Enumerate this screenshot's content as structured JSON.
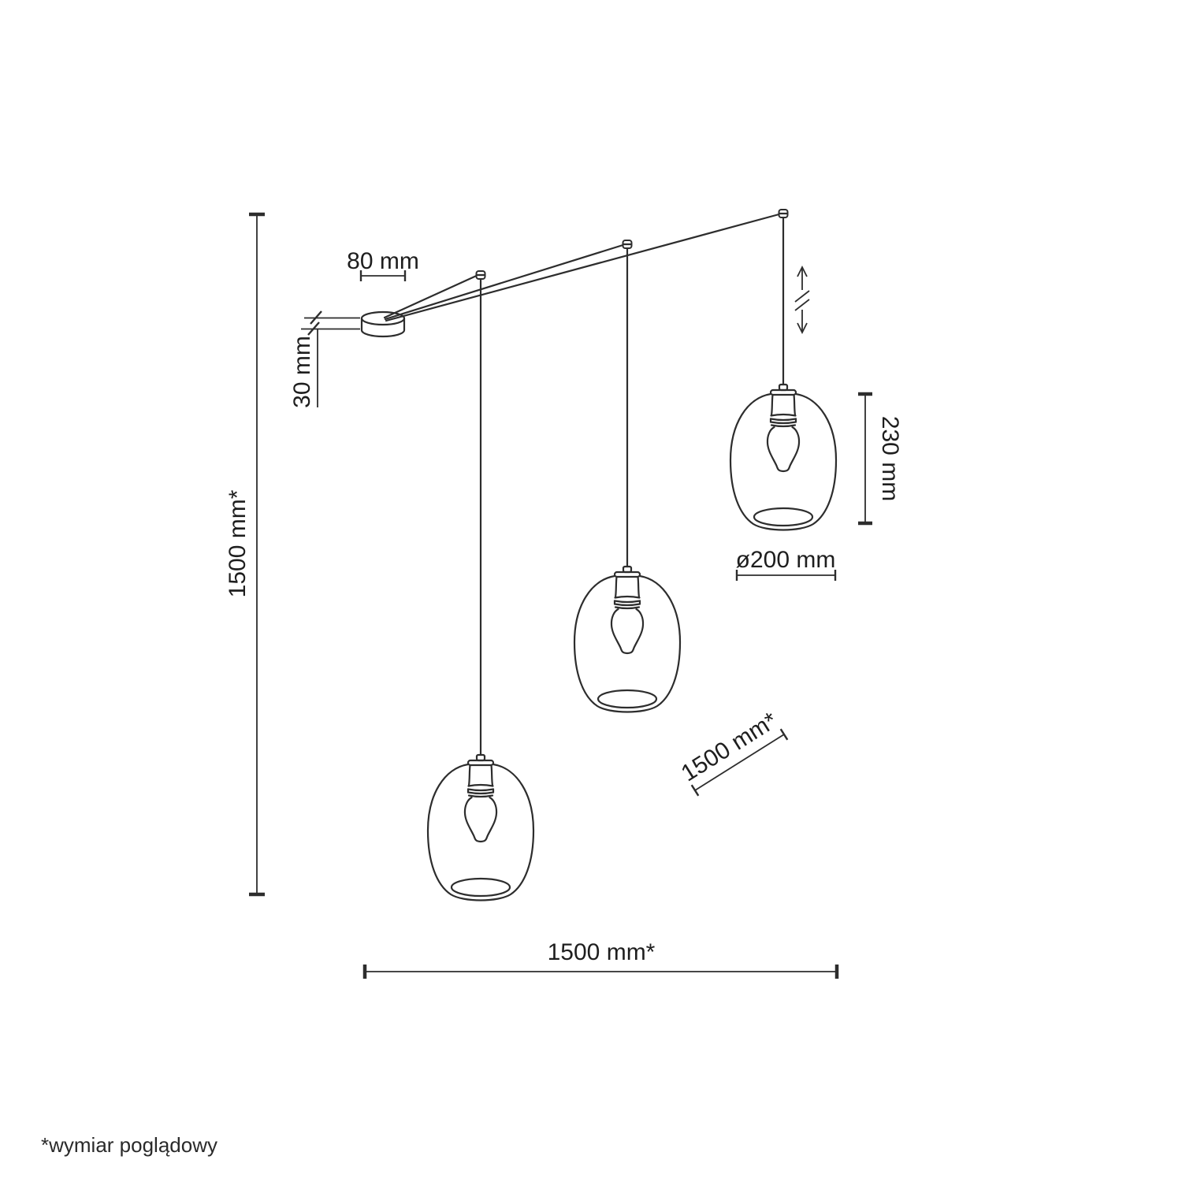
{
  "diagram": {
    "title": "pendant-lamp-dimension-drawing",
    "colors": {
      "line": "#2d2d2d",
      "text": "#1e1e1e",
      "background": "#ffffff"
    },
    "labels": {
      "canopy_width": "80 mm",
      "canopy_height": "30 mm",
      "hanging_height": "1500 mm*",
      "shade_height": "230 mm",
      "shade_diameter": "ø200 mm",
      "cable_spread_diagonal": "1500 mm*",
      "total_width": "1500 mm*",
      "footnote": "*wymiar poglądowy"
    }
  }
}
